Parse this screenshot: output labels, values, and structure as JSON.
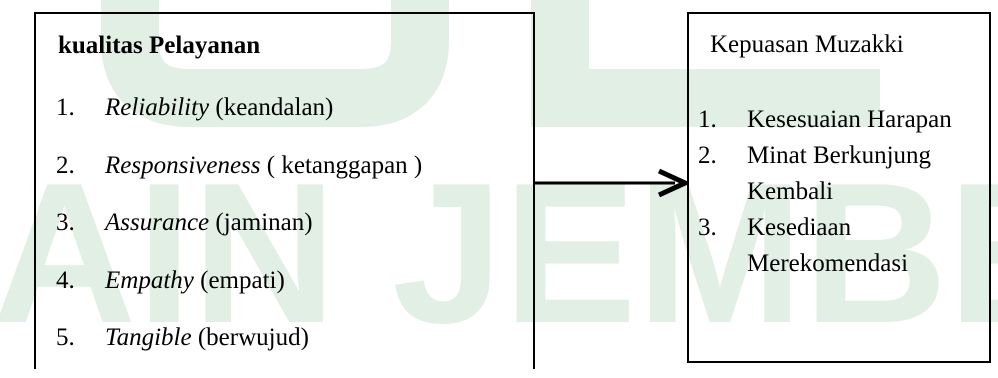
{
  "watermark": {
    "lines": [
      "UI",
      "AIN JEMBER"
    ],
    "color": "#e2efe4"
  },
  "left_box": {
    "title": "kualitas Pelayanan",
    "items": [
      {
        "num": "1.",
        "term": "Reliability",
        "desc": " (keandalan)"
      },
      {
        "num": "2.",
        "term": "Responsiveness",
        "desc": " ( ketanggapan )"
      },
      {
        "num": "3.",
        "term": "Assurance",
        "desc": " (jaminan)"
      },
      {
        "num": "4.",
        "term": "Empathy",
        "desc": " (empati)"
      },
      {
        "num": "5.",
        "term": "Tangible",
        "desc": " (berwujud)"
      }
    ]
  },
  "right_box": {
    "title": "Kepuasan Muzakki",
    "items": [
      {
        "num": "1.",
        "text": "Kesesuaian Harapan"
      },
      {
        "num": "2.",
        "text": "Minat Berkunjung Kembali"
      },
      {
        "num": "3.",
        "text": "Kesediaan Merekomendasi"
      }
    ]
  }
}
